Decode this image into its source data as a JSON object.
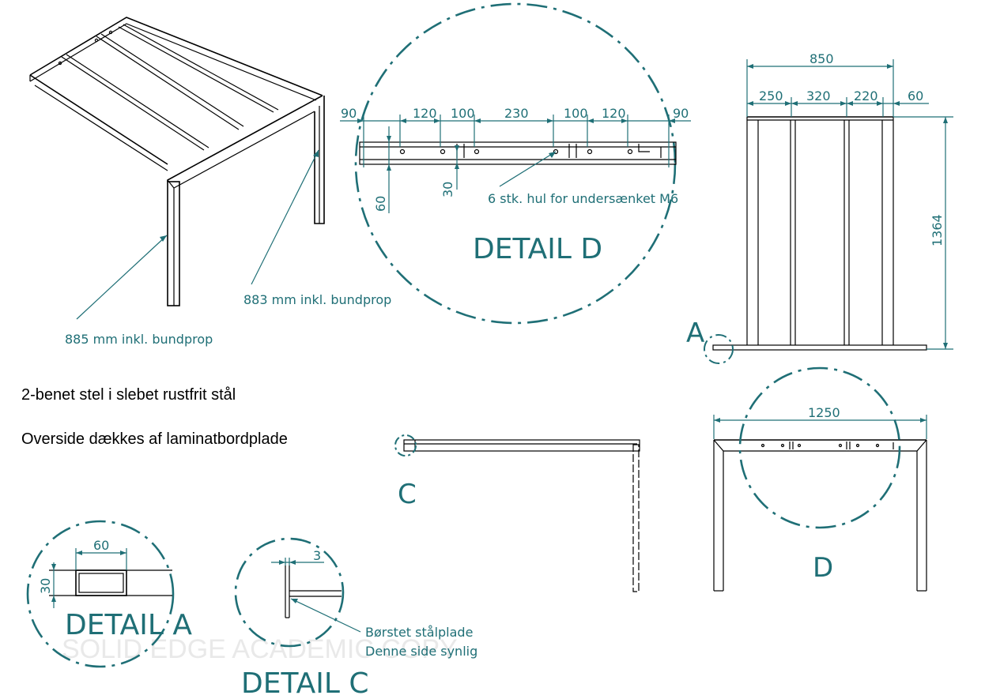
{
  "colors": {
    "annotation": "#1f6f76",
    "line": "#000000",
    "watermark": "#e6e6e6"
  },
  "notes": {
    "line1": "2-benet stel i slebet rustfrit stål",
    "line2": "Overside dækkes af laminatbordplade"
  },
  "iso": {
    "leg_left_note": "885 mm inkl. bundprop",
    "leg_right_note": "883 mm inkl. bundprop"
  },
  "detail_d": {
    "title": "DETAIL D",
    "dims_top": [
      "90",
      "120",
      "100",
      "230",
      "100",
      "120",
      "90"
    ],
    "dim_height": "60",
    "dim_hole": "30",
    "hole_note": "6 stk. hul for undersænket M6"
  },
  "front_view": {
    "overall": "850",
    "segments": [
      "250",
      "320",
      "220",
      "60"
    ],
    "height": "1364",
    "detail_label": "A"
  },
  "side_view": {
    "detail_label": "C"
  },
  "end_view": {
    "width": "1250",
    "detail_label": "D"
  },
  "detail_a": {
    "title": "DETAIL A",
    "width": "60",
    "height": "30"
  },
  "detail_c": {
    "title": "DETAIL C",
    "dim": "3",
    "note_line1": "Børstet stålplade",
    "note_line2": "Denne side synlig"
  },
  "watermark": "SOLID EDGE ACADEMIC COPY"
}
